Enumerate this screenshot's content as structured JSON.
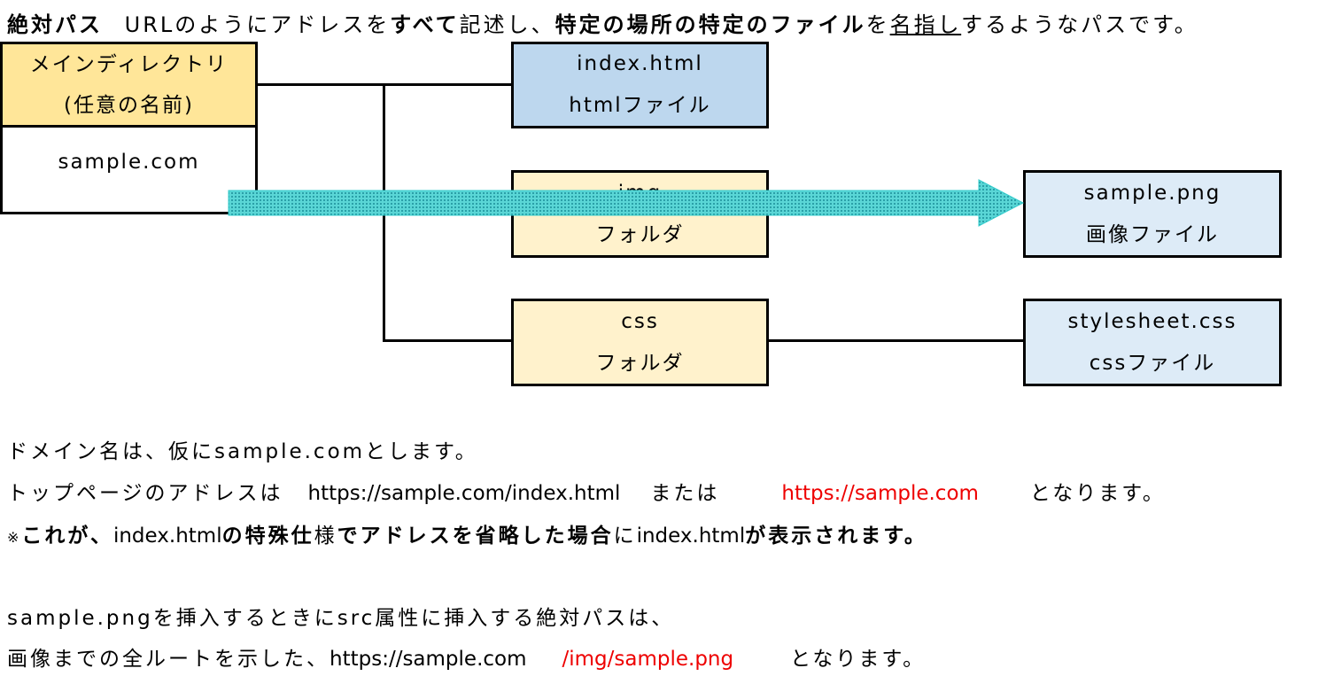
{
  "heading": {
    "t1": "絶対パス",
    "t2": "URLのようにアドレスを",
    "t3": "すべて",
    "t4": "記述し、",
    "t5": "特定の場所の特定のファイル",
    "t6": "を",
    "t7": "名指し",
    "t8": "するようなパスです。"
  },
  "diagram": {
    "main_dir": {
      "line1": "メインディレクトリ",
      "line2": "(任意の名前)",
      "domain": "sample.com"
    },
    "index": {
      "name": "index.html",
      "kind": "htmlファイル"
    },
    "img": {
      "name": "img",
      "kind": "フォルダ"
    },
    "css": {
      "name": "css",
      "kind": "フォルダ"
    },
    "png": {
      "name": "sample.png",
      "kind": "画像ファイル"
    },
    "stylesheet": {
      "name": "stylesheet.css",
      "kind": "cssファイル"
    },
    "colors": {
      "main_header": "#ffe699",
      "index_fill": "#bdd7ee",
      "folder_fill": "#fff2cc",
      "file_fill": "#ddebf7",
      "arrow": "#33cccc",
      "highlight": "#ee0000"
    }
  },
  "body": {
    "l1": "ドメイン名は、仮にsample.comとします。",
    "l2a": "トップページのアドレスは",
    "l2b": "https://sample.com/index.html",
    "l2c": "または",
    "l2d": "https://sample.com",
    "l2e": "となります。",
    "l3a": "※",
    "l3b": "これが、",
    "l3c": "index.html",
    "l3d": "の特殊仕",
    "l3e": "様",
    "l3f": "でアドレスを省略した場合",
    "l3g": "に",
    "l3h": "index.html",
    "l3i": "が表示されます。",
    "l4": "sample.pngを挿入するときにsrc属性に挿入する絶対パスは、",
    "l5a": "画像までの全ルートを示した、",
    "l5b": "https://sample.com",
    "l5c": "/img/sample.png",
    "l5d": "となります。"
  }
}
